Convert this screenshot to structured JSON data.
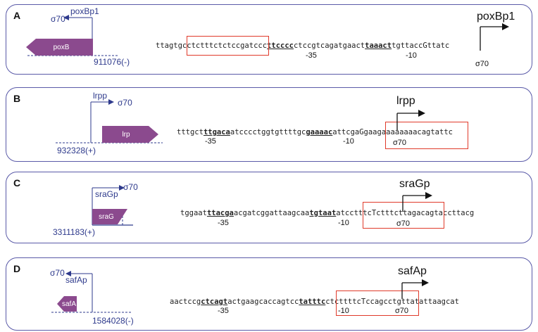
{
  "panels": [
    {
      "letter": "A",
      "gene": "poxB",
      "sigma": "σ70",
      "promoter_small": "poxBp1",
      "coord": "911076(-)",
      "seq": {
        "pre": "ttagtgcctctttctctccgatccc",
        "m35": "ttcccc",
        "mid": "ctccgtcagatgaact",
        "m10": "taaact",
        "post": "tgttaccGttatc"
      },
      "label_m35": "-35",
      "label_m10": "-10",
      "label_sigma": "σ70",
      "promoter": "poxBp1"
    },
    {
      "letter": "B",
      "gene": "lrp",
      "sigma": "σ70",
      "promoter_small": "lrpp",
      "coord": "932328(+)",
      "seq": {
        "pre": "tttgct",
        "m35": "ttgaca",
        "mid": "atcccctggtgttttgc",
        "m10": "gaaaac",
        "post": "attcgaGgaagaaaaaaaacagtattc"
      },
      "label_m35": "-35",
      "label_m10": "-10",
      "label_sigma": "σ70",
      "promoter": "lrpp"
    },
    {
      "letter": "C",
      "gene": "sraG",
      "sigma": "σ70",
      "promoter_small": "sraGp",
      "coord": "3311183(+)",
      "seq": {
        "pre": "tggaat",
        "m35": "ttacga",
        "mid": "acgatcggattaagcaa",
        "m10": "tgtaat",
        "post": "atcctttcTctttcttagacagtaccttacg"
      },
      "label_m35": "-35",
      "label_m10": "-10",
      "label_sigma": "σ70",
      "promoter": "sraGp"
    },
    {
      "letter": "D",
      "gene": "safA",
      "sigma": "σ70",
      "promoter_small": "safAp",
      "coord": "1584028(-)",
      "seq": {
        "pre": "aactccg",
        "m35": "ctcagt",
        "mid": "actgaagcaccagtcc",
        "m10": "tatttc",
        "post": "ctcttttcTccagcctgttatattaagcat"
      },
      "label_m35": "-35",
      "label_m10": "-10",
      "label_sigma": "σ70",
      "promoter": "safAp"
    }
  ],
  "colors": {
    "gene": "#8b4a8e",
    "panel_border": "#5a5aa8",
    "label_blue": "#2e3a8c",
    "highlight_box": "#e03a2a"
  },
  "icons": {
    "promoter_arrow": "bent-arrow-icon"
  }
}
